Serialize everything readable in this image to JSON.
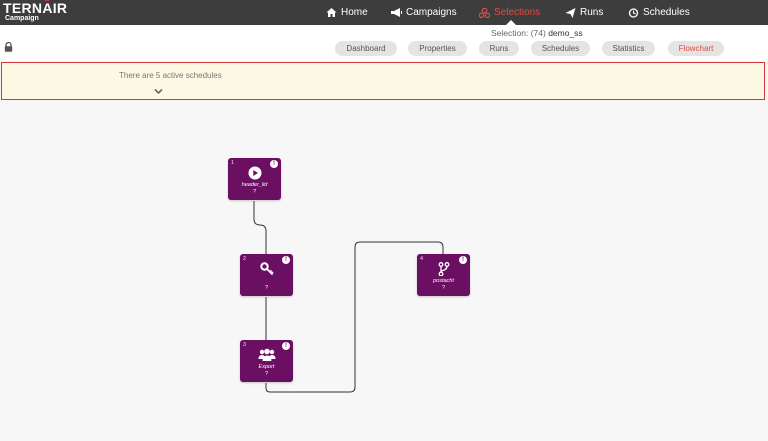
{
  "app": {
    "logo_text": "TERNAIR",
    "logo_prefix": "TERN",
    "logo_a": "A",
    "logo_suffix": "IR",
    "logo_sub": "Campaign"
  },
  "nav": [
    {
      "label": "Home",
      "icon": "home-icon"
    },
    {
      "label": "Campaigns",
      "icon": "megaphone-icon"
    },
    {
      "label": "Selections",
      "icon": "selections-icon",
      "active": true
    },
    {
      "label": "Runs",
      "icon": "paper-plane-icon"
    },
    {
      "label": "Schedules",
      "icon": "clock-icon"
    }
  ],
  "selection": {
    "prefix": "Selection: (74)",
    "name": "demo_ss"
  },
  "tabs": [
    {
      "label": "Dashboard"
    },
    {
      "label": "Properties"
    },
    {
      "label": "Runs"
    },
    {
      "label": "Schedules"
    },
    {
      "label": "Statistics"
    },
    {
      "label": "Flowchart",
      "active": true
    }
  ],
  "banner": {
    "text": "There are 5 active schedules"
  },
  "nodes": [
    {
      "num": "1",
      "label": "header_lid",
      "status": "?",
      "icon": "play-icon"
    },
    {
      "num": "2",
      "label": "",
      "status": "?",
      "icon": "key-icon"
    },
    {
      "num": "3",
      "label": "Export",
      "status": "?",
      "icon": "users-icon"
    },
    {
      "num": "4",
      "label": "postacht",
      "status": "?",
      "icon": "branch-icon"
    }
  ],
  "colors": {
    "topbar": "#3d3d3d",
    "accent": "#e04a43",
    "node": "#6b0f63",
    "banner_bg": "#fcf8e3",
    "banner_border": "#d9383a"
  }
}
